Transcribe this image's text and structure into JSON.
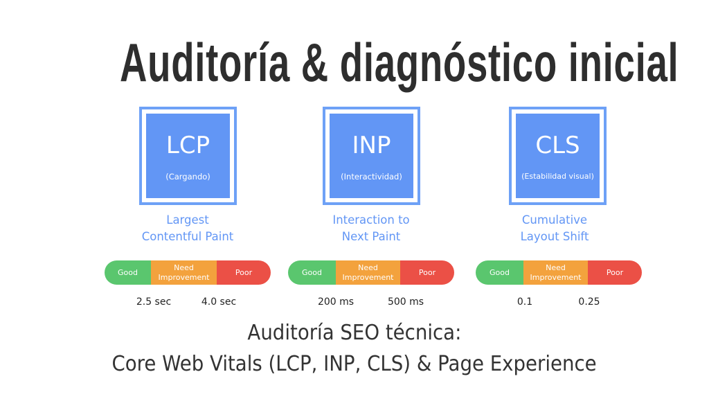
{
  "title": "Auditoría & diagnóstico inicial",
  "metrics": [
    {
      "abbr": "LCP",
      "subtitle": "(Cargando)",
      "name_line1": "Largest",
      "name_line2": "Contentful Paint",
      "bar": {
        "good": "Good",
        "need_line1": "Need",
        "need_line2": "Improvement",
        "poor": "Poor"
      },
      "thresholds": [
        "2.5 sec",
        "4.0 sec"
      ]
    },
    {
      "abbr": "INP",
      "subtitle": "(Interactividad)",
      "name_line1": "Interaction to",
      "name_line2": "Next Paint",
      "bar": {
        "good": "Good",
        "need_line1": "Need",
        "need_line2": "Improvement",
        "poor": "Poor"
      },
      "thresholds": [
        "200 ms",
        "500 ms"
      ]
    },
    {
      "abbr": "CLS",
      "subtitle": "(Estabilidad visual)",
      "name_line1": "Cumulative",
      "name_line2": "Layout Shift",
      "bar": {
        "good": "Good",
        "need_line1": "Need",
        "need_line2": "Improvement",
        "poor": "Poor"
      },
      "thresholds": [
        "0.1",
        "0.25"
      ]
    }
  ],
  "footer": {
    "line1": "Auditoría SEO técnica:",
    "line2": "Core Web Vitals (LCP, INP, CLS) & Page Experience"
  },
  "colors": {
    "accent_blue": "#6296f5",
    "good_green": "#5ac66e",
    "need_orange": "#f3a23d",
    "poor_red": "#eb5046"
  }
}
